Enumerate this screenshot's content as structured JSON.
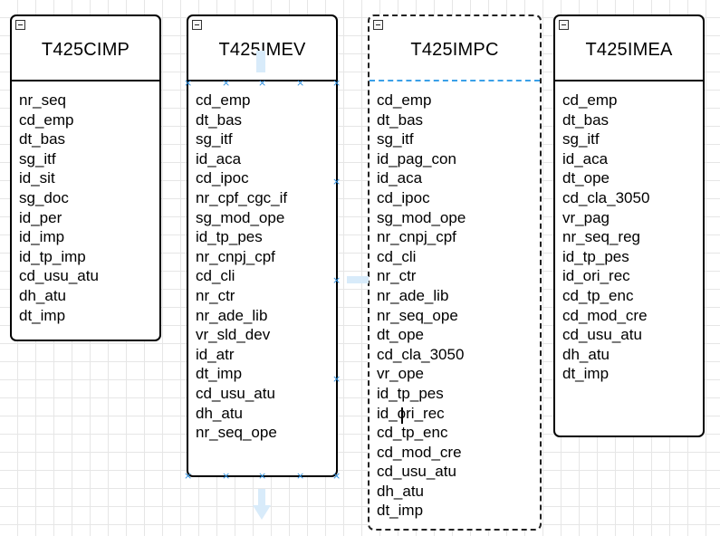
{
  "entities": [
    {
      "title": "T425CIMP",
      "fields": [
        "nr_seq",
        "cd_emp",
        "dt_bas",
        "sg_itf",
        "id_sit",
        "sg_doc",
        "id_per",
        "id_imp",
        "id_tp_imp",
        "cd_usu_atu",
        "dh_atu",
        "dt_imp"
      ]
    },
    {
      "title": "T425IMEV",
      "fields": [
        "cd_emp",
        "dt_bas",
        "sg_itf",
        "id_aca",
        "cd_ipoc",
        "nr_cpf_cgc_if",
        "sg_mod_ope",
        "id_tp_pes",
        "nr_cnpj_cpf",
        "cd_cli",
        "nr_ctr",
        "nr_ade_lib",
        "vr_sld_dev",
        "id_atr",
        "dt_imp",
        "cd_usu_atu",
        "dh_atu",
        "nr_seq_ope"
      ]
    },
    {
      "title": "T425IMPC",
      "fields": [
        "cd_emp",
        "dt_bas",
        "sg_itf",
        "id_pag_con",
        "id_aca",
        "cd_ipoc",
        "sg_mod_ope",
        "nr_cnpj_cpf",
        "cd_cli",
        "nr_ctr",
        "nr_ade_lib",
        "nr_seq_ope",
        "dt_ope",
        "cd_cla_3050",
        "vr_ope",
        "id_tp_pes",
        "id_ori_rec",
        "cd_tp_enc",
        "cd_mod_cre",
        "cd_usu_atu",
        "dh_atu",
        "dt_imp"
      ]
    },
    {
      "title": "T425IMEA",
      "fields": [
        "cd_emp",
        "dt_bas",
        "sg_itf",
        "id_aca",
        "dt_ope",
        "cd_cla_3050",
        "vr_pag",
        "nr_seq_reg",
        "id_tp_pes",
        "id_ori_rec",
        "cd_tp_enc",
        "cd_mod_cre",
        "cd_usu_atu",
        "dh_atu",
        "dt_imp"
      ]
    }
  ],
  "icons": {
    "collapse": "collapse-toggle-icon",
    "handle": "connection-handle-icon",
    "arrow": "connector-arrow-icon"
  },
  "colors": {
    "handle": "#2d8fe0",
    "selection": "#3aa0e8",
    "arrow": "#d8ebfa",
    "grid": "#e6e6e6"
  }
}
